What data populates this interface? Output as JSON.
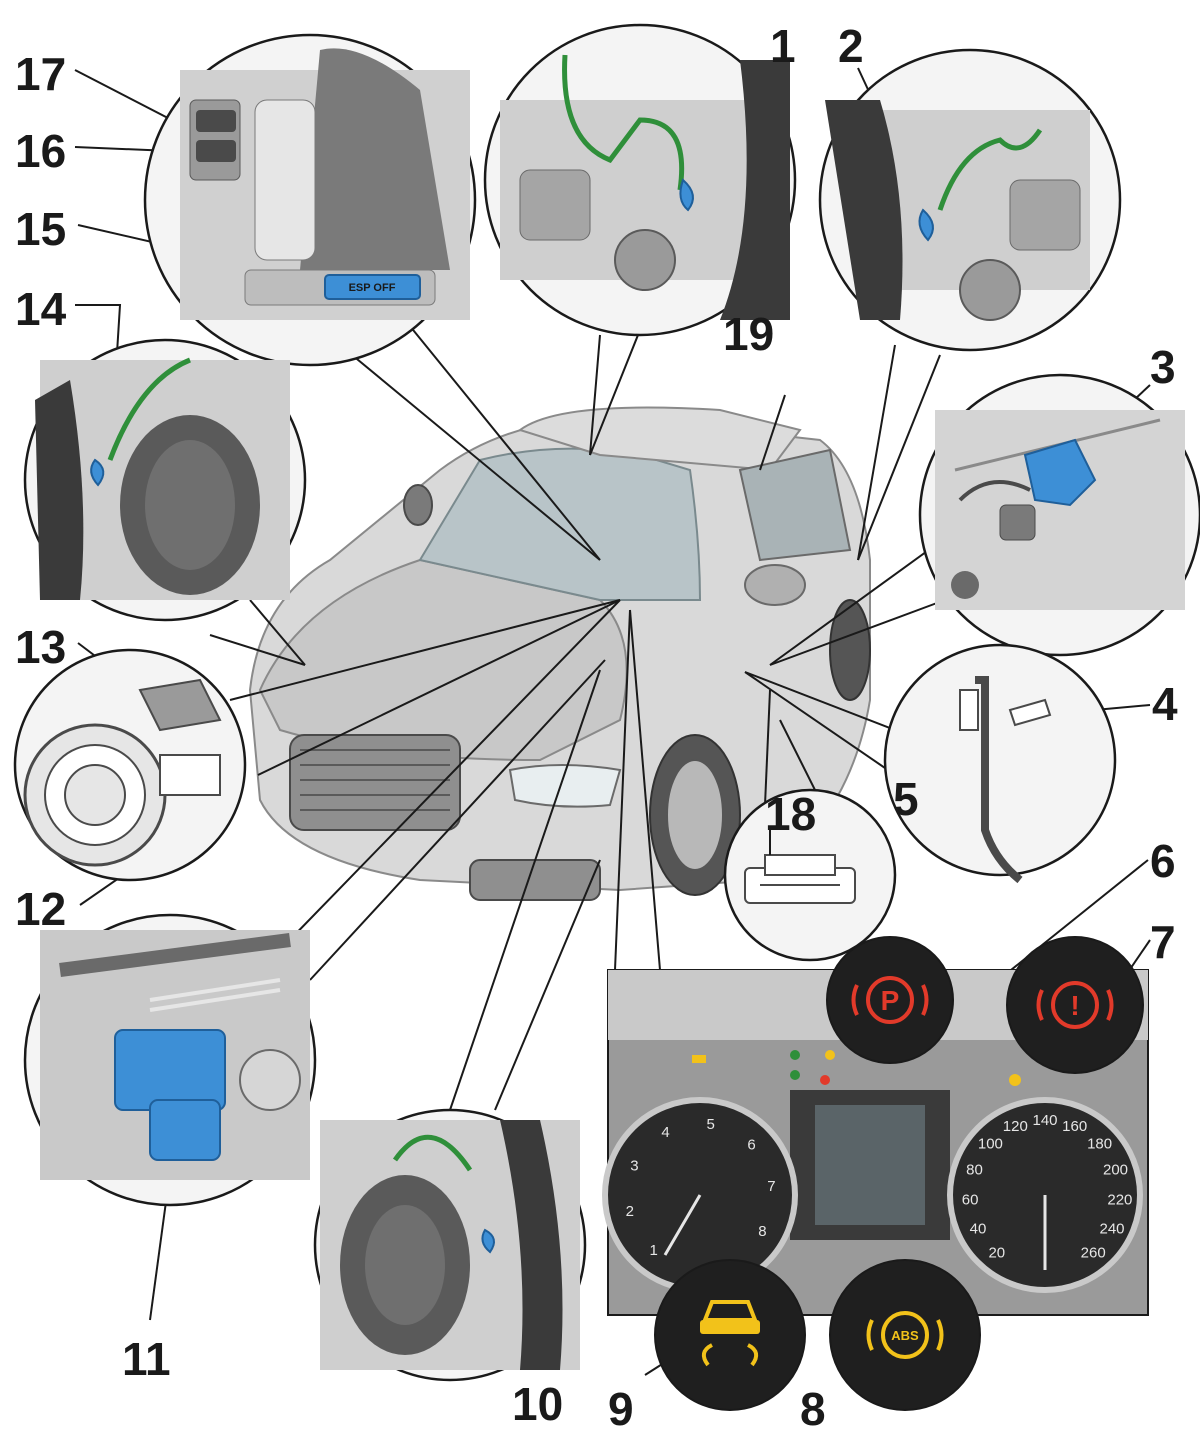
{
  "diagram": {
    "callouts": {
      "c1": "1",
      "c2": "2",
      "c3": "3",
      "c4": "4",
      "c5": "5",
      "c6": "6",
      "c7": "7",
      "c8": "8",
      "c9": "9",
      "c10": "10",
      "c11": "11",
      "c12": "12",
      "c13": "13",
      "c14": "14",
      "c15": "15",
      "c16": "16",
      "c17": "17",
      "c18": "18",
      "c19": "19"
    },
    "inset_texts": {
      "button_label": "ESP OFF",
      "abs_label": "ABS",
      "brake_p": "P",
      "brake_bang": "!"
    },
    "tachometer_numbers": [
      "1",
      "2",
      "3",
      "4",
      "5",
      "6",
      "7",
      "8"
    ],
    "speedometer_numbers": [
      "20",
      "40",
      "60",
      "80",
      "100",
      "120",
      "140",
      "160",
      "180",
      "200",
      "220",
      "240",
      "260"
    ],
    "colors": {
      "component_blue": "#3d8fd6",
      "wire_green": "#2f8f3a",
      "warning_red": "#e23a2a",
      "warning_yellow": "#f2c21a",
      "bubble_dark": "#1f1f1f"
    }
  }
}
